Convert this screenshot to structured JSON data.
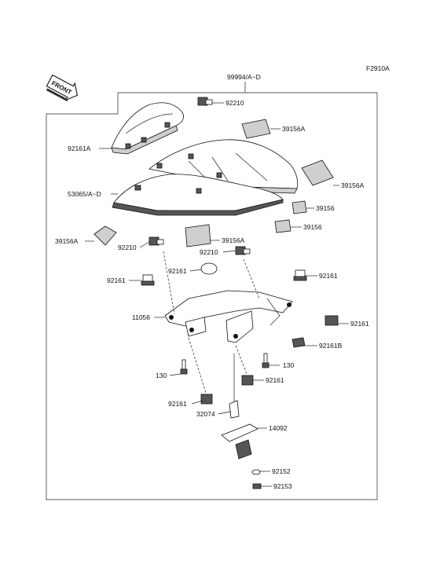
{
  "figure_code": "F2910A",
  "front_label": "FRONT",
  "labels": {
    "assembly": "99994/A~D",
    "cap_a": "92210",
    "pad_1": "39156A",
    "cushion_a": "92161A",
    "pad_2": "39156A",
    "cover": "53065/A~D",
    "pad_3": "39156",
    "pad_4": "39156",
    "pad_5": "39156A",
    "pad_6": "39156A",
    "cap_b": "92210",
    "cap_c": "92210",
    "damper_1": "92161",
    "damper_2": "92161",
    "damper_3": "92161",
    "bracket": "11056",
    "damper_4": "92161",
    "damper_5": "92161B",
    "bolt_1": "130",
    "bolt_2": "130",
    "damper_6": "92161",
    "damper_7": "92161",
    "stay": "32074",
    "plate": "14092",
    "nut": "92152",
    "screw": "92153"
  }
}
